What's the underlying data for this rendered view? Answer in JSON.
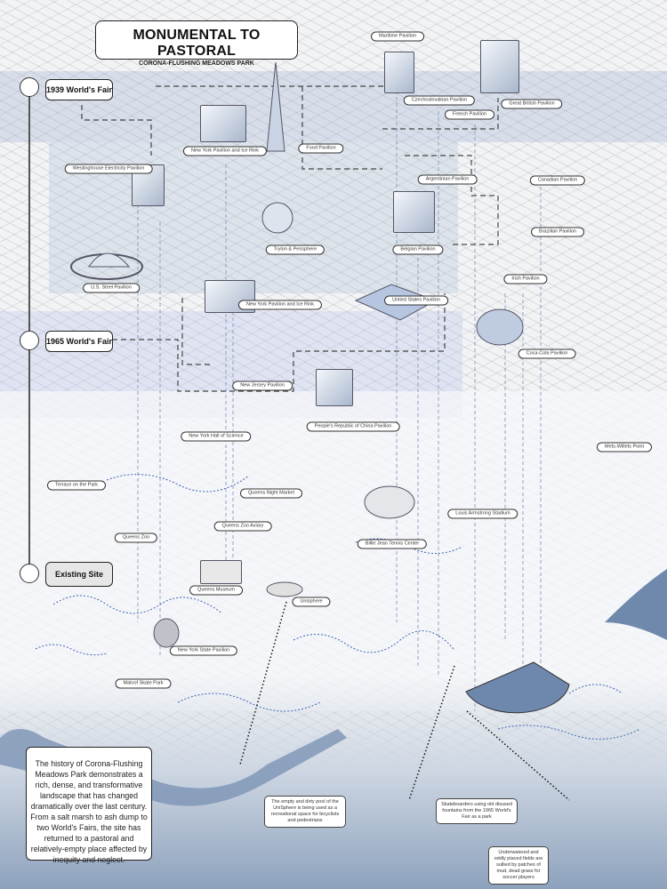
{
  "title": {
    "main": "MONUMENTAL TO PASTORAL",
    "subtitle": "CORONA-FLUSHING MEADOWS PARK"
  },
  "timeline": [
    {
      "label": "1939 World's Fair"
    },
    {
      "label": "1965 World's Fair"
    },
    {
      "label": "Existing Site"
    }
  ],
  "labels": [
    "Maritime Pavilion",
    "Czechoslovakian Pavilion",
    "Great British Pavilion",
    "French Pavilion",
    "Food Pavilion",
    "New York Pavilion and Ice Rink",
    "Westinghouse Electricity Pavilion",
    "Argentinian Pavilion",
    "Canadian Pavilion",
    "Trylon & Perisphere",
    "Belgian Pavilion",
    "Brazilian Pavilion",
    "U.S. Steel Pavilion",
    "Irish Pavilion",
    "New York Pavilion and Ice Rink",
    "United States Pavilion",
    "Coca-Cola Pavilion",
    "New Jersey Pavilion",
    "People's Republic of China Pavilion",
    "New York Hall of Science",
    "Mets-Willets Point",
    "Terrace on the Park",
    "Queens Night Market",
    "Louis Armstrong Stadium",
    "Queens Zoo",
    "Queens Zoo Aviary",
    "Billie Jean Tennis Center",
    "Queens Museum",
    "Unisphere",
    "New York State Pavilion",
    "Maloof Skate Park"
  ],
  "story": "The history of Corona-Flushing Meadows Park demonstrates a rich, dense, and transformative landscape that has changed dramatically over the last century. From a salt marsh to ash dump to two World's Fairs, the site has returned to a pastoral and relatively-empty place affected by inequity and neglect.",
  "callouts": [
    "The empty and dirty pool of the UniSphere is being used as a recreational space for bicyclists and pedestrians",
    "Skateboarders using old disused fountains from the 1965 World's Fair as a park",
    "Underwatered and oddly placed fields are sullied by patches of mud, dead grass for soccer players"
  ],
  "colors": {
    "accent_blue": "#5b7bb5",
    "water": "#6f89ad",
    "ink": "#222222"
  }
}
